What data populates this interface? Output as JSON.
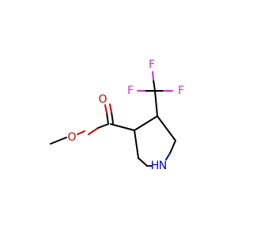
{
  "molecule": {
    "atoms": {
      "o_methoxy": {
        "symbol": "O",
        "color": "#d40000"
      },
      "o_carbonyl": {
        "symbol": "O",
        "color": "#d40000"
      },
      "f1": {
        "symbol": "F",
        "color": "#cc33cc"
      },
      "f2": {
        "symbol": "F",
        "color": "#cc33cc"
      },
      "f3": {
        "symbol": "F",
        "color": "#cc33cc"
      },
      "n_ring": {
        "symbol": "N",
        "color": "#0000dd"
      },
      "h_ring": {
        "symbol": "H",
        "color": "#0000dd"
      }
    },
    "colors": {
      "bond": "#000000",
      "oxygen": "#d40000",
      "fluorine": "#cc33cc",
      "nitrogen": "#0000dd"
    }
  }
}
